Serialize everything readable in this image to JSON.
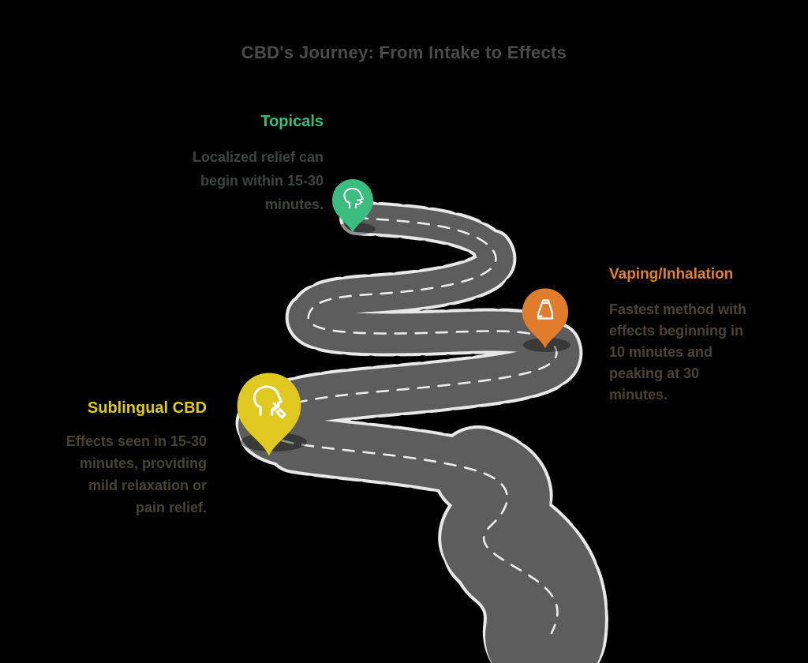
{
  "title": "CBD's Journey: From Intake to Effects",
  "colors": {
    "background": "#000000",
    "title_color": "#4b4b4b",
    "road": "#5d5d5d",
    "lane_dash": "#ececec",
    "edge_dash": "#e8e8e8",
    "pin_icon": "#ffffff"
  },
  "milestones": [
    {
      "id": "topicals",
      "label": "Topicals",
      "label_color": "#36bd79",
      "pin_color": "#3bbd7f",
      "text_color": "#3e4540",
      "lines": [
        "Localized relief can",
        "begin within 15-30",
        "minutes."
      ]
    },
    {
      "id": "vaping-inhalation",
      "label": "Vaping/Inhalation",
      "label_color": "#e0812c",
      "pin_color": "#e07c2c",
      "text_color": "#4c4237",
      "lines": [
        "Fastest method with",
        "effects beginning in",
        "10 minutes and",
        "peaking at 30",
        "minutes."
      ]
    },
    {
      "id": "sublingual-cbd",
      "label": "Sublingual CBD",
      "label_color": "#decb16",
      "pin_color": "#dfc81f",
      "text_color": "#46442f",
      "lines": [
        "Effects seen in 15-30",
        "minutes, providing",
        "mild relaxation or",
        "pain relief."
      ]
    }
  ]
}
